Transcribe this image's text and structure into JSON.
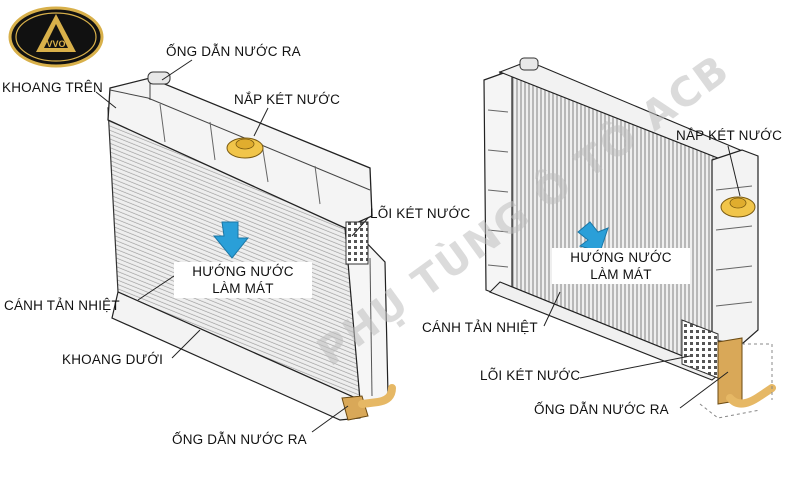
{
  "logo": {
    "text": "VVO"
  },
  "watermark": "PHỤ TÙNG Ô TÔ ACB",
  "left_diagram": {
    "labels": {
      "outlet_top": "ỐNG DẪN NƯỚC RA",
      "upper_tank": "KHOANG TRÊN",
      "cap": "NẮP KÉT NƯỚC",
      "core": "LÕI KÉT NƯỚC",
      "flow_line1": "HƯỚNG NƯỚC",
      "flow_line2": "LÀM MÁT",
      "fins": "CÁNH TẢN NHIỆT",
      "lower_tank": "KHOANG DƯỚI",
      "outlet_bottom": "ỐNG DẪN NƯỚC RA"
    }
  },
  "right_diagram": {
    "labels": {
      "cap": "NẮP KÉT NƯỚC",
      "flow_line1": "HƯỚNG NƯỚC",
      "flow_line2": "LÀM MÁT",
      "fins": "CÁNH TẢN NHIỆT",
      "core": "LÕI KÉT NƯỚC",
      "outlet": "ỐNG DẪN NƯỚC RA"
    }
  },
  "colors": {
    "arrow": "#2a9fd8",
    "cap": "#f1c54a",
    "pipe": "#e6b865",
    "logo_gold": "#d8b04a",
    "logo_dark": "#111111",
    "line": "#222222"
  }
}
